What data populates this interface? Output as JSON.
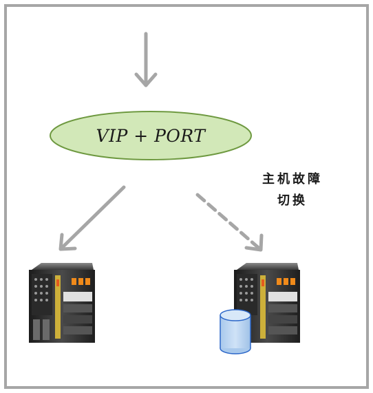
{
  "entry_node": {
    "label": "VIP + PORT",
    "fill": "#d2e8b8",
    "stroke": "#6e9940"
  },
  "failover_label": {
    "line1": "主机故障",
    "line2": "切换"
  },
  "servers": [
    {
      "name": "primary-server",
      "icon": "server-icon"
    },
    {
      "name": "backup-server",
      "icon": "server-icon",
      "badge": "database-icon"
    }
  ],
  "colors": {
    "arrow": "#a6a6a6",
    "frame": "#a6a6a6",
    "database": "#b8d4ef",
    "database_stroke": "#2b66c8"
  }
}
